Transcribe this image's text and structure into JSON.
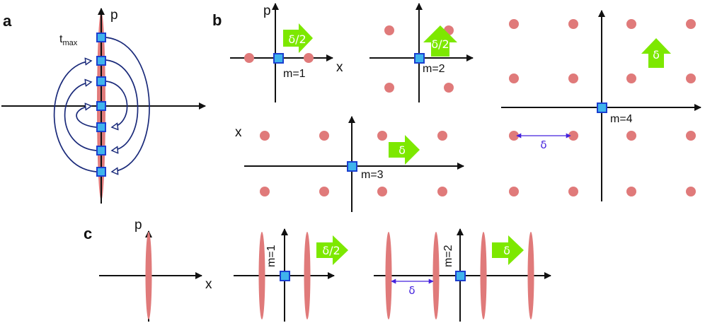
{
  "colors": {
    "axis": "#111111",
    "dot": "#e07a7a",
    "square_fill": "#3fb4ec",
    "square_stroke": "#1b3fcf",
    "shift_arrow": "#7de800",
    "orbit": "#1a2a7a",
    "delta_marker": "#4422dd"
  },
  "panel_a": {
    "label": "a",
    "axis_p": "p",
    "tmax_main": "t",
    "tmax_sub": "max"
  },
  "panel_b": {
    "label": "b",
    "sub1": {
      "axis_p": "p",
      "axis_x": "x",
      "m_label": "m=1",
      "shift_label": "δ/2"
    },
    "sub2": {
      "m_label": "m=2",
      "shift_label": "δ/2"
    },
    "sub3": {
      "axis_x": "x",
      "m_label": "m=3",
      "shift_label": "δ"
    },
    "sub4": {
      "m_label": "m=4",
      "shift_label": "δ",
      "delta_label": "δ"
    }
  },
  "panel_c": {
    "label": "c",
    "sub1": {
      "axis_p": "p",
      "axis_x": "x"
    },
    "sub2": {
      "m_label": "m=1",
      "shift_label": "δ/2"
    },
    "sub3": {
      "m_label": "m=2",
      "shift_label": "δ",
      "delta_label": "δ"
    }
  }
}
